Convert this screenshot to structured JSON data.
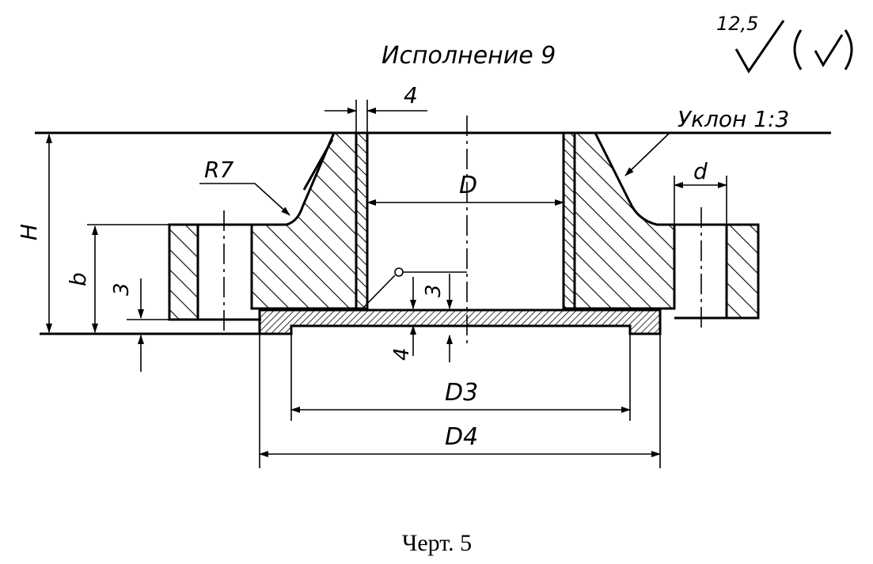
{
  "title": "Исполнение 9",
  "roughness": {
    "value": "12,5",
    "symbol": "√",
    "paren_symbol": "(√)"
  },
  "slope_label": "Уклон 1:3",
  "dimensions": {
    "gap_top": "4",
    "radius": "R7",
    "inner_diameter": "D",
    "bolt_hole": "d",
    "height": "H",
    "flange_thickness": "b",
    "left_offset": "3",
    "weld_3": "3",
    "weld_4": "4",
    "ring_inner_diameter": "D3",
    "ring_outer_diameter": "D4"
  },
  "caption": "Черт. 5"
}
